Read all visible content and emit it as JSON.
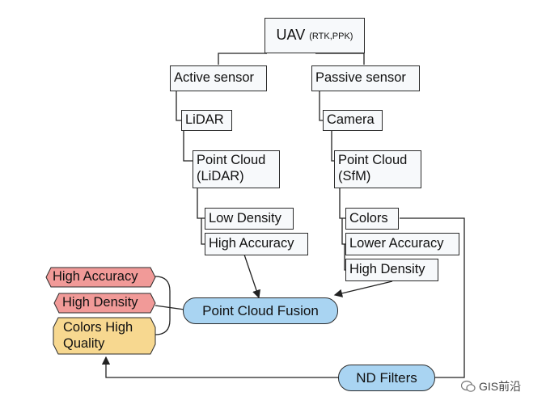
{
  "uav": {
    "label": "UAV",
    "sub": "(RTK,PPK)"
  },
  "active": {
    "sensor": "Active sensor",
    "device": "LiDAR",
    "cloud_line1": "Point Cloud",
    "cloud_line2": "(LiDAR)",
    "prop1": "Low Density",
    "prop2": "High Accuracy"
  },
  "passive": {
    "sensor": "Passive sensor",
    "device": "Camera",
    "cloud_line1": "Point Cloud",
    "cloud_line2": "(SfM)",
    "prop1": "Colors",
    "prop2": "Lower Accuracy",
    "prop3": "High Density"
  },
  "fusion": "Point Cloud Fusion",
  "filters": "ND Filters",
  "results": {
    "r1": "High Accuracy",
    "r2": "High Density",
    "r3_line1": "Colors High",
    "r3_line2": "Quality"
  },
  "colors": {
    "fusion_fill": "#a9d4f2",
    "red_fill": "#f19a98",
    "yellow_fill": "#f7d890"
  },
  "watermark": "GIS前沿"
}
